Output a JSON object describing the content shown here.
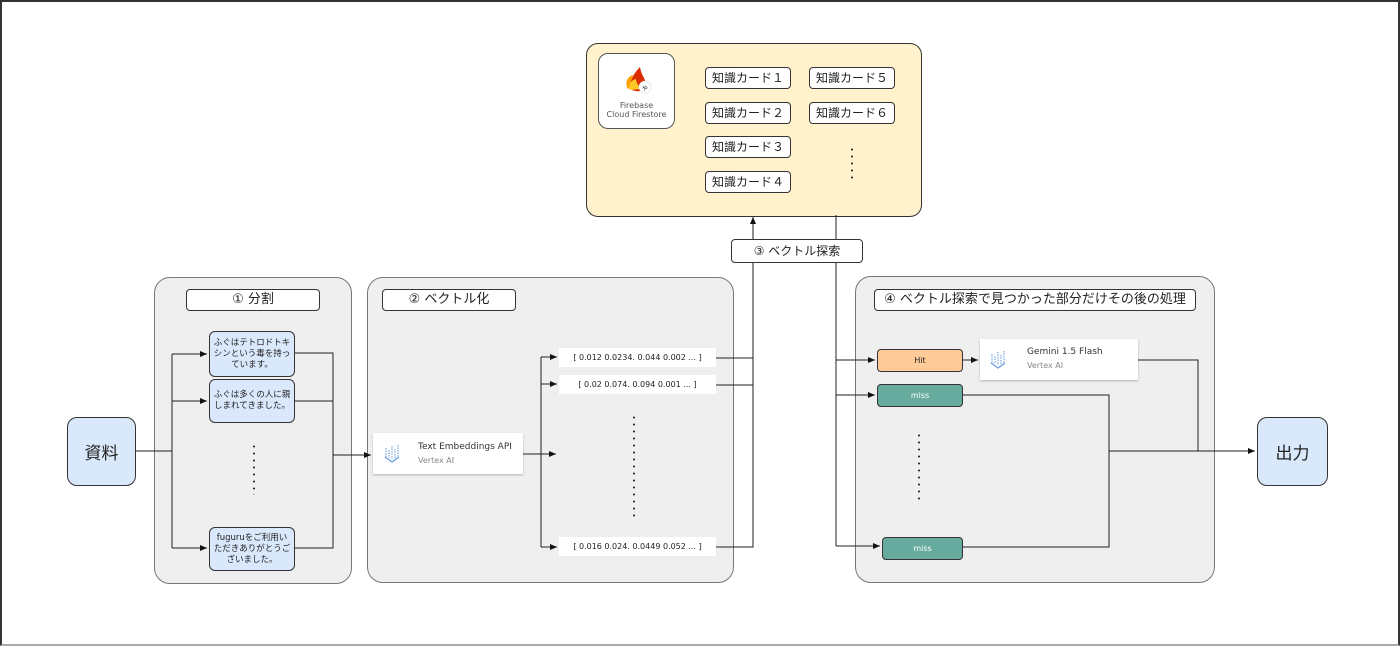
{
  "diagram": {
    "input_node": {
      "label": "資料",
      "icon": "rounded-box"
    },
    "output_node": {
      "label": "出力",
      "icon": "rounded-box"
    },
    "firestore": {
      "service_name_line1": "Firebase",
      "service_name_line2": "Cloud Firestore",
      "icon": "firestore-flame-icon",
      "cards": [
        {
          "label": "知識カード１"
        },
        {
          "label": "知識カード２"
        },
        {
          "label": "知識カード３"
        },
        {
          "label": "知識カード４"
        },
        {
          "label": "知識カード５"
        },
        {
          "label": "知識カード６"
        }
      ],
      "ellipsis": "⋮"
    },
    "vector_search_label": "③ ベクトル探索",
    "step1": {
      "title": "① 分割",
      "chunks": [
        {
          "text": "ふぐはテトロドトキシンという毒を持っています。"
        },
        {
          "text": "ふぐは多くの人に親しまれてきました。"
        },
        {
          "text": "fuguruをご利用いただきありがとうございました。"
        }
      ]
    },
    "step2": {
      "title": "② ベクトル化",
      "api": {
        "name": "Text Embeddings API",
        "provider": "Vertex AI",
        "icon": "vertex-ai-icon"
      },
      "vectors": [
        {
          "text": "[ 0.012  0.0234. 0.044  0.002  ... ]"
        },
        {
          "text": "[ 0.02  0.074. 0.094  0.001  ... ]"
        },
        {
          "text": "[ 0.016  0.024. 0.0449  0.052  ... ]"
        }
      ]
    },
    "step4": {
      "title": "④ ベクトル探索で見つかった部分だけその後の処理",
      "tags": [
        {
          "label": "Hit",
          "kind": "hit",
          "color": "#ffcc99"
        },
        {
          "label": "miss",
          "kind": "miss",
          "color": "#67ab9f"
        },
        {
          "label": "miss",
          "kind": "miss",
          "color": "#67ab9f"
        }
      ],
      "model": {
        "name": "Gemini 1.5 Flash",
        "provider": "Vertex AI",
        "icon": "vertex-ai-icon"
      }
    },
    "colors": {
      "node_fill": "#dae8fc",
      "firestore_fill": "#fff2cc",
      "panel_fill": "#efefef",
      "hit_fill": "#ffcc99",
      "miss_fill": "#67ab9f"
    }
  }
}
